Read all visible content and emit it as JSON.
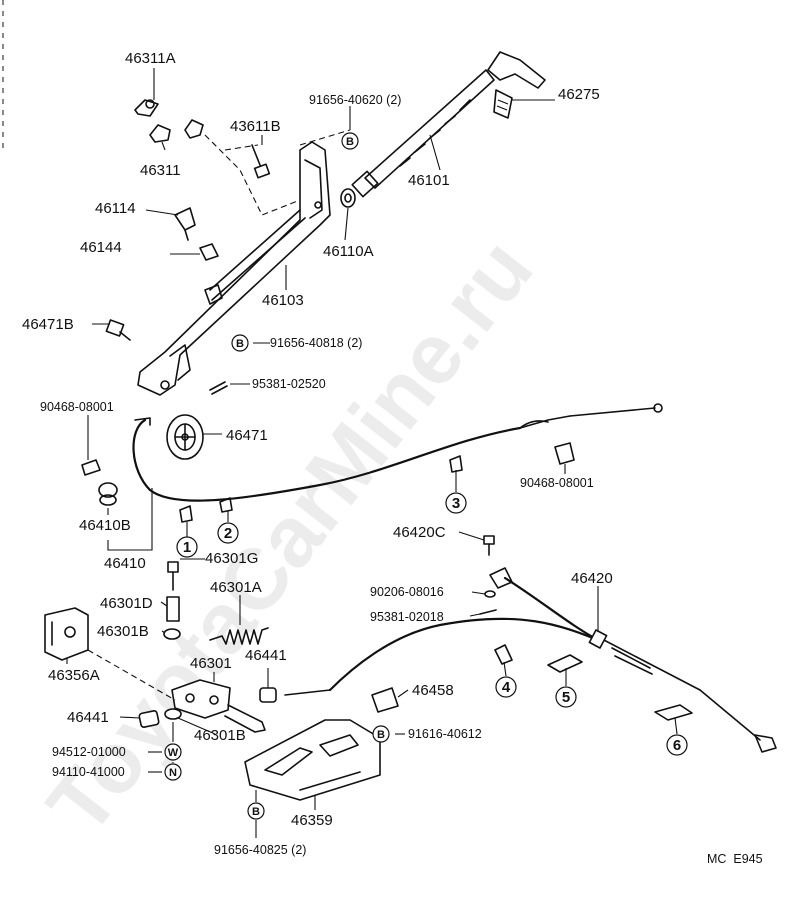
{
  "diagram_code": "MC  E945",
  "watermark": "ToyotaCarMine.ru",
  "parts": {
    "p46311A": "46311A",
    "p46311": "46311",
    "p43611B": "43611B",
    "p91656_40620": "91656-40620 (2)",
    "p46275": "46275",
    "p46101": "46101",
    "p46114": "46114",
    "p46144": "46144",
    "p46110A": "46110A",
    "p46103": "46103",
    "p46471B": "46471B",
    "p91656_40818": "91656-40818 (2)",
    "p95381_02520": "95381-02520",
    "p90468_08001_a": "90468-08001",
    "p46471": "46471",
    "p90468_08001_b": "90468-08001",
    "p46410B": "46410B",
    "p46410": "46410",
    "p46301G": "46301G",
    "p46420C": "46420C",
    "p46301A": "46301A",
    "p46420": "46420",
    "p90206_08016": "90206-08016",
    "p46301D": "46301D",
    "p95381_02018": "95381-02018",
    "p46301B_a": "46301B",
    "p46356A": "46356A",
    "p46301": "46301",
    "p46441_a": "46441",
    "p46458": "46458",
    "p46441_b": "46441",
    "p46301B_b": "46301B",
    "p91616_40612": "91616-40612",
    "p94512_01000": "94512-01000",
    "p94110_41000": "94110-41000",
    "p46359": "46359",
    "p91656_40825": "91656-40825 (2)"
  },
  "circle_letters": {
    "B1": "B",
    "B2": "B",
    "B3": "B",
    "B4": "B",
    "W": "W",
    "N": "N"
  },
  "callouts": {
    "c1": "1",
    "c2": "2",
    "c3": "3",
    "c4": "4",
    "c5": "5",
    "c6": "6"
  }
}
